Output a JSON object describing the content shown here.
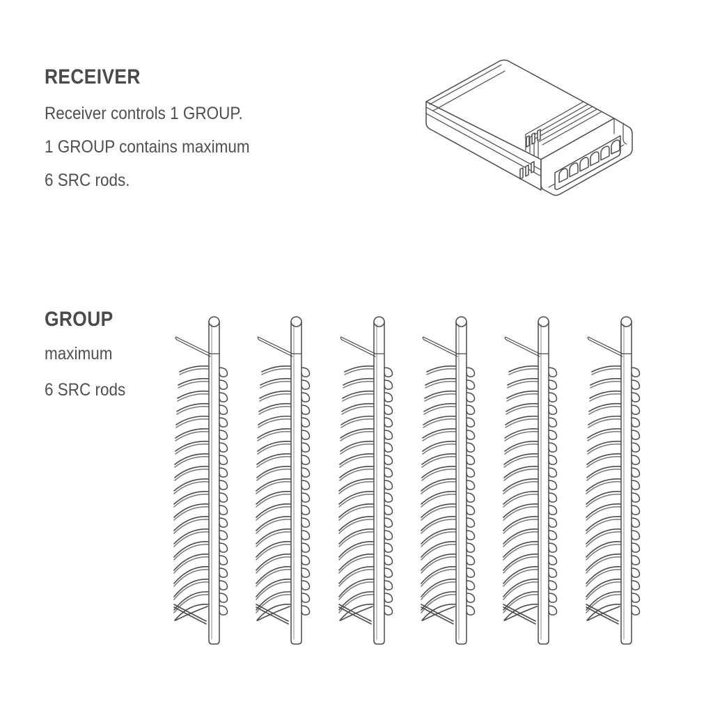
{
  "page": {
    "background_color": "#ffffff",
    "ink_color": "#4a4a4a"
  },
  "sections": [
    {
      "id": "receiver",
      "heading": "RECEIVER",
      "lines": [
        "Receiver controls 1 GROUP.",
        "1 GROUP contains maximum",
        "6 SRC rods."
      ],
      "illustration": "receiver-device-isometric"
    },
    {
      "id": "group",
      "heading": "GROUP",
      "lines": [
        "maximum",
        "6 SRC rods"
      ],
      "illustration": "src-rod-array"
    }
  ],
  "receiver_device": {
    "label": "receiver-module",
    "terminal_count": 6,
    "vent_slot_groups": 2,
    "vent_slots_per_group": 3
  },
  "rod_array": {
    "label": "src-rods",
    "count": 6,
    "coil_turns_per_rod": 20,
    "has_top_lead_wire": true,
    "has_base_loop": true
  }
}
